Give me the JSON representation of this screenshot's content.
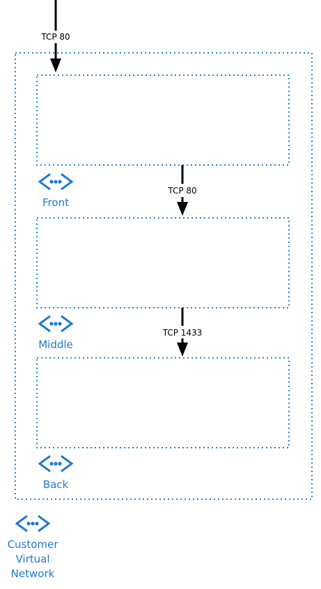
{
  "colors": {
    "accent": "#1f79d1",
    "dotted_border": "#1f88c9",
    "arrow": "#000000",
    "text": "#000000"
  },
  "flows": [
    {
      "protocol_label": "TCP 80"
    },
    {
      "protocol_label": "TCP 80"
    },
    {
      "protocol_label": "TCP 1433"
    }
  ],
  "subnets": [
    {
      "name": "Front",
      "icon": "virtual-network-icon"
    },
    {
      "name": "Middle",
      "icon": "virtual-network-icon"
    },
    {
      "name": "Back",
      "icon": "virtual-network-icon"
    }
  ],
  "vnet": {
    "name_lines": [
      "Customer",
      "Virtual",
      "Network"
    ],
    "icon": "virtual-network-icon"
  }
}
